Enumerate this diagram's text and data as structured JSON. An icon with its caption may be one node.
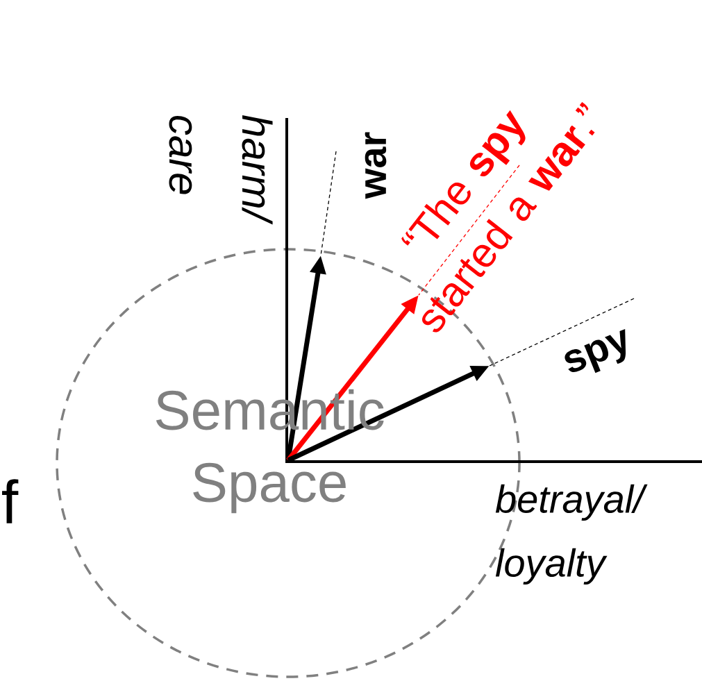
{
  "diagram": {
    "nodes": [
      {
        "text": [
          "war"
        ]
      },
      {
        "text": [
          "spy"
        ]
      },
      {
        "text": [
          "“The **spy** started a **war**.”"
        ]
      }
    ],
    "edges": [
      {
        "from": 0,
        "to": null,
        "arrow": "none",
        "style": "dashed"
      },
      {
        "from": 2,
        "to": null,
        "arrow": "none",
        "style": "dashed",
        "color": "#ff0000"
      },
      {
        "from": 1,
        "to": null,
        "arrow": "none",
        "style": "dashed"
      }
    ],
    "labels": [
      "harm/ care",
      "Semantic Space",
      "f",
      "betrayal/ loyalty"
    ]
  }
}
